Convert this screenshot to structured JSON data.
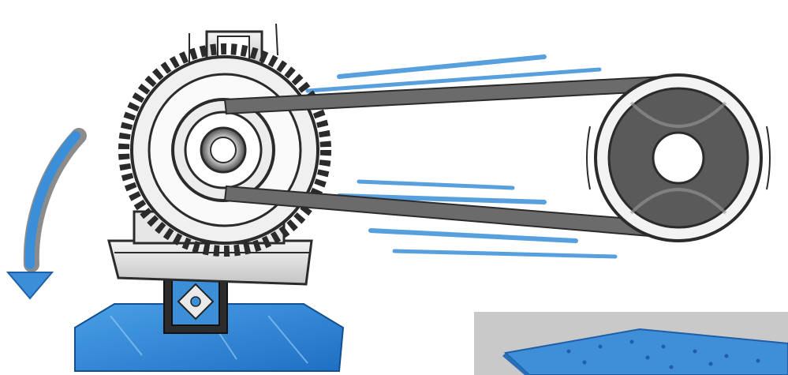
{
  "illustration": {
    "subject": "belt-driven-motor-drawing",
    "icons": [
      "motor",
      "drive-pulley",
      "driven-pulley",
      "drive-belt",
      "motion-lines",
      "rotation-arrow",
      "motor-mount",
      "plate-inset"
    ],
    "colors": {
      "accent_blue": "#3a8fd8",
      "mount_blue": "#2d7fd2",
      "ink": "#2b2b2b",
      "metal_light": "#ececec",
      "metal_mid": "#cfcfcf",
      "inset_bg": "#c9c9c9",
      "plate_blue": "#3f8ed8"
    }
  }
}
